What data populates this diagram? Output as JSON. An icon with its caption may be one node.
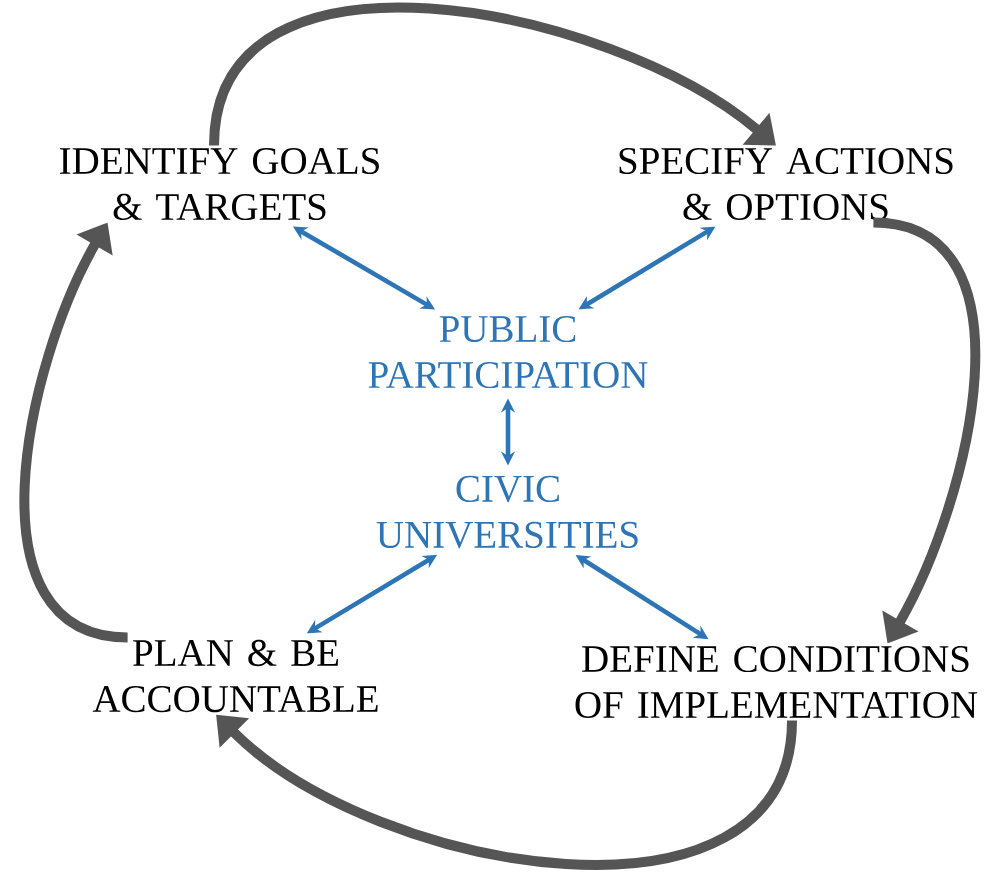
{
  "diagram": {
    "nodes": [
      {
        "text": [
          "IDENTIFY GOALS & TARGETS"
        ]
      },
      {
        "text": [
          "SPECIFY ACTIONS & OPTIONS"
        ]
      },
      {
        "text": [
          "PUBLIC PARTICIPATION"
        ]
      },
      {
        "text": [
          "CIVIC UNIVERSITIES"
        ]
      },
      {
        "text": [
          "PLAN & BE ACCOUNTABLE"
        ]
      },
      {
        "text": [
          "DEFINE CONDITIONS OF IMPLEMENTATION"
        ]
      }
    ],
    "edges": [
      {
        "from": 0,
        "to": 1,
        "arrow": "to",
        "style": "thick",
        "color": "#555555"
      },
      {
        "from": 1,
        "to": 5,
        "arrow": "to",
        "style": "thick",
        "color": "#555555"
      },
      {
        "from": 5,
        "to": 4,
        "arrow": "to",
        "style": "thick",
        "color": "#555555"
      },
      {
        "from": 4,
        "to": 0,
        "arrow": "to",
        "style": "thick",
        "color": "#555555"
      },
      {
        "from": 0,
        "to": 2,
        "arrow": "both"
      },
      {
        "from": 1,
        "to": 2,
        "arrow": "both"
      },
      {
        "from": 2,
        "to": 3,
        "arrow": "both"
      },
      {
        "from": 3,
        "to": 4,
        "arrow": "both"
      },
      {
        "from": 3,
        "to": 5,
        "arrow": "both"
      }
    ]
  }
}
